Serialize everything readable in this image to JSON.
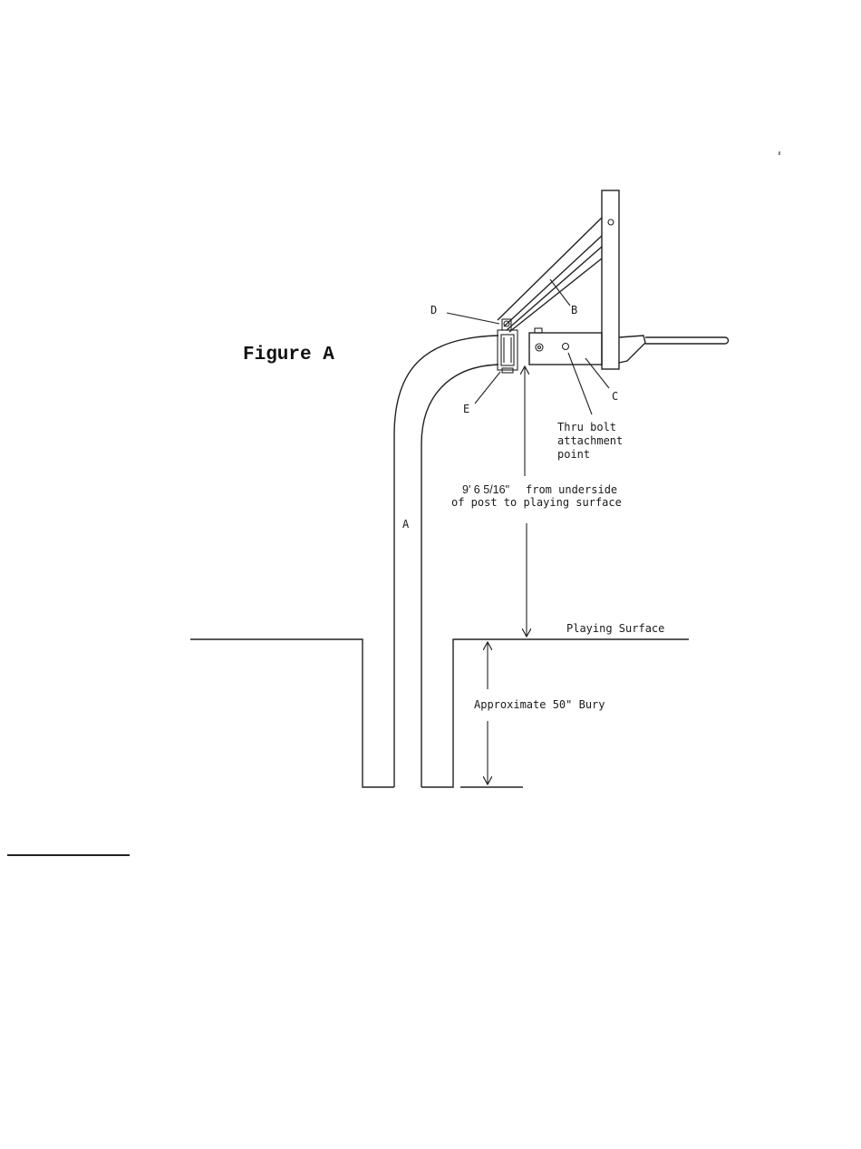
{
  "figure_title": "Figure A",
  "labels": {
    "a": "A",
    "b": "B",
    "c": "C",
    "d": "D",
    "e": "E"
  },
  "thru_bolt": {
    "line1": "Thru bolt",
    "line2": "attachment",
    "line3": "point"
  },
  "height_dimension": {
    "line1_value": "9' 6 5/16\"",
    "line1_rest": "from underside",
    "line2": "of post to playing surface"
  },
  "playing_surface": "Playing Surface",
  "bury_depth": "Approximate 50\" Bury"
}
